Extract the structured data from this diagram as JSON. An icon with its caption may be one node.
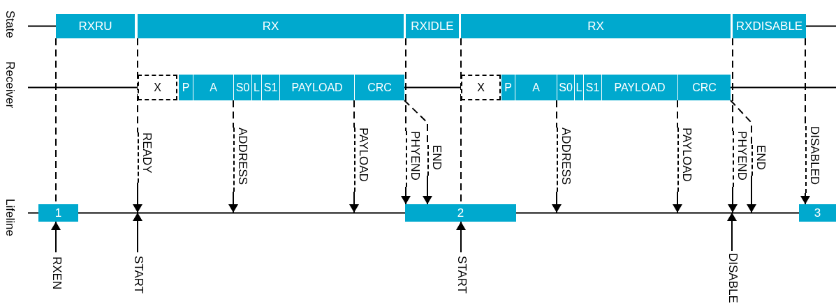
{
  "diagram": {
    "nodes": [
      {
        "text": [
          "RXRU"
        ]
      },
      {
        "text": [
          "RX"
        ]
      },
      {
        "text": [
          "RXIDLE"
        ]
      },
      {
        "text": [
          "RX"
        ]
      },
      {
        "text": [
          "RXDISABLE"
        ]
      },
      {
        "text": [
          "X"
        ]
      },
      {
        "text": [
          "P"
        ]
      },
      {
        "text": [
          "A"
        ]
      },
      {
        "text": [
          "S0"
        ]
      },
      {
        "text": [
          "L"
        ]
      },
      {
        "text": [
          "S1"
        ]
      },
      {
        "text": [
          "PAYLOAD"
        ]
      },
      {
        "text": [
          "CRC"
        ]
      },
      {
        "text": [
          "X"
        ]
      },
      {
        "text": [
          "P"
        ]
      },
      {
        "text": [
          "A"
        ]
      },
      {
        "text": [
          "S0"
        ]
      },
      {
        "text": [
          "L"
        ]
      },
      {
        "text": [
          "S1"
        ]
      },
      {
        "text": [
          "PAYLOAD"
        ]
      },
      {
        "text": [
          "CRC"
        ]
      },
      {
        "text": [
          "1"
        ]
      },
      {
        "text": [
          "2"
        ]
      },
      {
        "text": [
          "3"
        ]
      },
      {
        "text": [
          "READY"
        ]
      },
      {
        "text": [
          "ADDRESS"
        ]
      },
      {
        "text": [
          "PAYLOAD"
        ]
      },
      {
        "text": [
          "PHYEND"
        ]
      },
      {
        "text": [
          "END"
        ]
      },
      {
        "text": [
          "ADDRESS"
        ]
      },
      {
        "text": [
          "PAYLOAD"
        ]
      },
      {
        "text": [
          "PHYEND"
        ]
      },
      {
        "text": [
          "END"
        ]
      },
      {
        "text": [
          "DISABLED"
        ]
      },
      {
        "text": [
          "RXEN"
        ]
      },
      {
        "text": [
          "START"
        ]
      },
      {
        "text": [
          "START"
        ]
      },
      {
        "text": [
          "DISABLE"
        ]
      }
    ],
    "edges": [
      {
        "from": 0,
        "to": 21,
        "arrow": "none",
        "style": "dashed"
      },
      {
        "from": 1,
        "to": 24,
        "arrow": "none",
        "style": "dashed"
      },
      {
        "from": 24,
        "to": null,
        "arrow": "to"
      },
      {
        "from": 35,
        "to": null,
        "arrow": "to"
      },
      {
        "from": 7,
        "to": 25,
        "arrow": "none",
        "style": "dashed"
      },
      {
        "from": 25,
        "to": null,
        "arrow": "to"
      },
      {
        "from": 11,
        "to": 26,
        "arrow": "none",
        "style": "dashed"
      },
      {
        "from": 26,
        "to": null,
        "arrow": "to"
      },
      {
        "from": 2,
        "to": 27,
        "arrow": "none",
        "style": "dashed"
      },
      {
        "from": 27,
        "to": 22,
        "arrow": "to"
      },
      {
        "from": 12,
        "to": 28,
        "arrow": "none",
        "style": "dashed"
      },
      {
        "from": 28,
        "to": 22,
        "arrow": "to"
      },
      {
        "from": 3,
        "to": 22,
        "arrow": "none",
        "style": "dashed"
      },
      {
        "from": 36,
        "to": 22,
        "arrow": "to"
      },
      {
        "from": 15,
        "to": 29,
        "arrow": "none",
        "style": "dashed"
      },
      {
        "from": 29,
        "to": null,
        "arrow": "to"
      },
      {
        "from": 19,
        "to": 30,
        "arrow": "none",
        "style": "dashed"
      },
      {
        "from": 30,
        "to": null,
        "arrow": "to"
      },
      {
        "from": 4,
        "to": 31,
        "arrow": "none",
        "style": "dashed"
      },
      {
        "from": 31,
        "to": null,
        "arrow": "to"
      },
      {
        "from": 20,
        "to": 32,
        "arrow": "none",
        "style": "dashed"
      },
      {
        "from": 32,
        "to": null,
        "arrow": "to"
      },
      {
        "from": 4,
        "to": 33,
        "arrow": "none",
        "style": "dashed"
      },
      {
        "from": 33,
        "to": 23,
        "arrow": "to"
      },
      {
        "from": 34,
        "to": 21,
        "arrow": "to"
      },
      {
        "from": 37,
        "to": null,
        "arrow": "to"
      },
      {
        "from": null,
        "to": 0,
        "arrow": "none"
      },
      {
        "from": 4,
        "to": null,
        "arrow": "none"
      },
      {
        "from": null,
        "to": 5,
        "arrow": "none"
      },
      {
        "from": 12,
        "to": 13,
        "arrow": "none"
      },
      {
        "from": 20,
        "to": null,
        "arrow": "none"
      },
      {
        "from": null,
        "to": 21,
        "arrow": "none"
      },
      {
        "from": 21,
        "to": 22,
        "arrow": "none"
      },
      {
        "from": 22,
        "to": 23,
        "arrow": "none"
      }
    ],
    "labels": [
      "State",
      "Receiver",
      "Lifeline"
    ]
  }
}
